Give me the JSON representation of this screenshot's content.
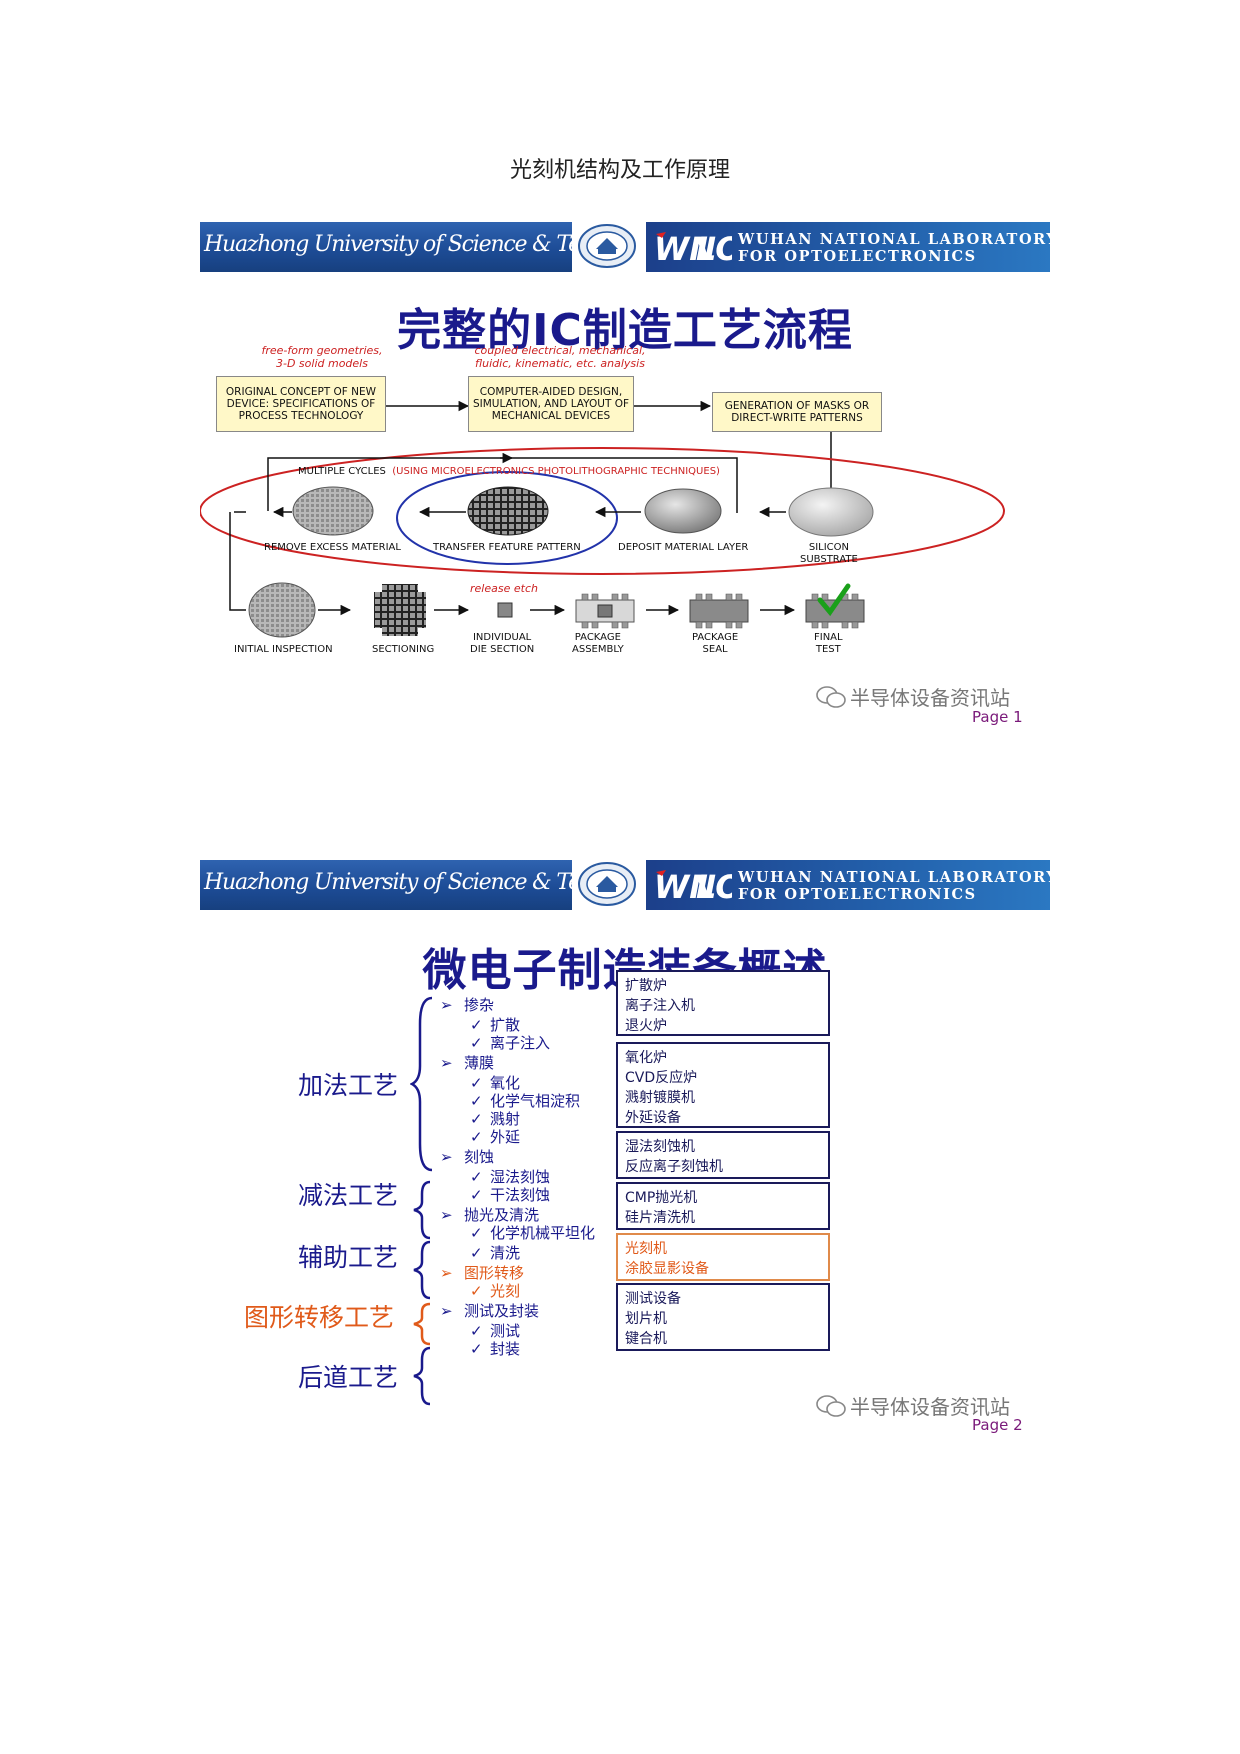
{
  "doc_title": "光刻机结构及工作原理",
  "banner": {
    "left_text": "Huazhong University of Science & Technology",
    "right_logo": "WNLO-logo",
    "right_line1": "WUHAN NATIONAL LABORATORY",
    "right_line2": "FOR OPTOELECTRONICS",
    "seal_icon": "university-seal-icon"
  },
  "watermark": {
    "text": "半导体设备资讯站",
    "icon": "wechat-icon"
  },
  "slide1": {
    "title": "完整的IC制造工艺流程",
    "notes": {
      "left": "free-form geometries,\n3-D solid models",
      "center": "coupled electrical, mechanical,\nfluidic, kinematic, etc. analysis",
      "release": "release etch"
    },
    "boxes": [
      "ORIGINAL CONCEPT OF NEW DEVICE: SPECIFICATIONS OF PROCESS TECHNOLOGY",
      "COMPUTER-AIDED DESIGN, SIMULATION, AND LAYOUT OF MECHANICAL DEVICES",
      "GENERATION OF MASKS OR DIRECT-WRITE PATTERNS"
    ],
    "cycles_label": "MULTIPLE CYCLES",
    "cycles_sub": "(USING MICROELECTRONICS PHOTOLITHOGRAPHIC TECHNIQUES)",
    "cycle_steps": [
      "REMOVE EXCESS MATERIAL",
      "TRANSFER FEATURE PATTERN",
      "DEPOSIT MATERIAL LAYER"
    ],
    "substrate_label": "SILICON\nSUBSTRATE",
    "bottom_steps": [
      "INITIAL INSPECTION",
      "SECTIONING",
      "INDIVIDUAL\nDIE SECTION",
      "PACKAGE\nASSEMBLY",
      "PACKAGE\nSEAL",
      "FINAL\nTEST"
    ],
    "page": "Page 1"
  },
  "slide2": {
    "title": "微电子制造装备概述",
    "categories": [
      "加法工艺",
      "减法工艺",
      "辅助工艺",
      "图形转移工艺",
      "后道工艺"
    ],
    "bullets": [
      {
        "level": 1,
        "text": "掺杂"
      },
      {
        "level": 2,
        "text": "扩散"
      },
      {
        "level": 2,
        "text": "离子注入"
      },
      {
        "level": 1,
        "text": "薄膜"
      },
      {
        "level": 2,
        "text": "氧化"
      },
      {
        "level": 2,
        "text": "化学气相淀积"
      },
      {
        "level": 2,
        "text": "溅射"
      },
      {
        "level": 2,
        "text": "外延"
      },
      {
        "level": 1,
        "text": "刻蚀"
      },
      {
        "level": 2,
        "text": "湿法刻蚀"
      },
      {
        "level": 2,
        "text": "干法刻蚀"
      },
      {
        "level": 1,
        "text": "抛光及清洗"
      },
      {
        "level": 2,
        "text": "化学机械平坦化"
      },
      {
        "level": 2,
        "text": "清洗"
      },
      {
        "level": 1,
        "text": "图形转移"
      },
      {
        "level": 2,
        "text": "光刻"
      },
      {
        "level": 1,
        "text": "测试及封装"
      },
      {
        "level": 2,
        "text": "测试"
      },
      {
        "level": 2,
        "text": "封装"
      }
    ],
    "equipment": [
      [
        "扩散炉",
        "离子注入机",
        "退火炉"
      ],
      [
        "氧化炉",
        "CVD反应炉",
        "溅射镀膜机",
        "外延设备"
      ],
      [
        "湿法刻蚀机",
        "反应离子刻蚀机"
      ],
      [
        "CMP抛光机",
        "硅片清洗机"
      ],
      [
        "光刻机",
        "涂胶显影设备"
      ],
      [
        "测试设备",
        "划片机",
        "键合机"
      ]
    ],
    "page": "Page 2"
  }
}
